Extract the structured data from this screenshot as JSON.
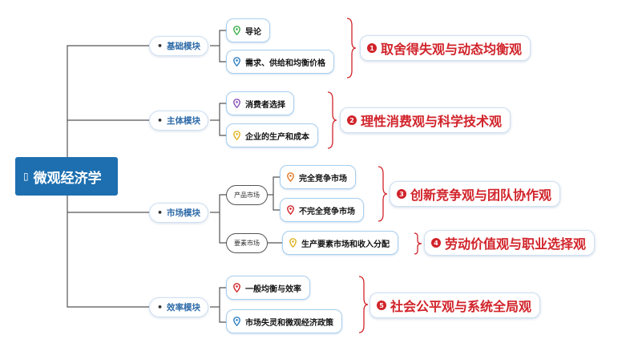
{
  "root": {
    "icon": "▯",
    "label": "微观经济学"
  },
  "modules": [
    {
      "dot": "•",
      "label": "基础模块"
    },
    {
      "dot": "•",
      "label": "主体模块"
    },
    {
      "dot": "•",
      "label": "市场模块"
    },
    {
      "dot": "•",
      "label": "效率模块"
    }
  ],
  "sub_groups": [
    {
      "label": "产品市场"
    },
    {
      "label": "要素市场"
    }
  ],
  "leaves": [
    {
      "label": "导论",
      "pin_color": "#3cae4a"
    },
    {
      "label": "需求、供给和均衡价格",
      "pin_color": "#2d7fc1"
    },
    {
      "label": "消费者选择",
      "pin_color": "#8a4fb5"
    },
    {
      "label": "企业的生产和成本",
      "pin_color": "#e0b21e"
    },
    {
      "label": "完全竞争市场",
      "pin_color": "#e07a2a"
    },
    {
      "label": "不完全竞争市场",
      "pin_color": "#d1232a"
    },
    {
      "label": "生产要素市场和收入分配",
      "pin_color": "#e0b21e"
    },
    {
      "label": "一般均衡与效率",
      "pin_color": "#d1232a"
    },
    {
      "label": "市场失灵和微观经济政策",
      "pin_color": "#2d7fc1"
    }
  ],
  "tags": [
    {
      "num": "1",
      "label": "取舍得失观与动态均衡观"
    },
    {
      "num": "2",
      "label": "理性消费观与科学技术观"
    },
    {
      "num": "3",
      "label": "创新竞争观与团队协作观"
    },
    {
      "num": "4",
      "label": "劳动价值观与职业选择观"
    },
    {
      "num": "5",
      "label": "社会公平观与系统全局观"
    }
  ],
  "colors": {
    "root": "#1d6fb0",
    "module_text": "#2d6aa8",
    "accent_red": "#d1232a",
    "leaf_border": "#a9cfee",
    "line": "#555555"
  }
}
